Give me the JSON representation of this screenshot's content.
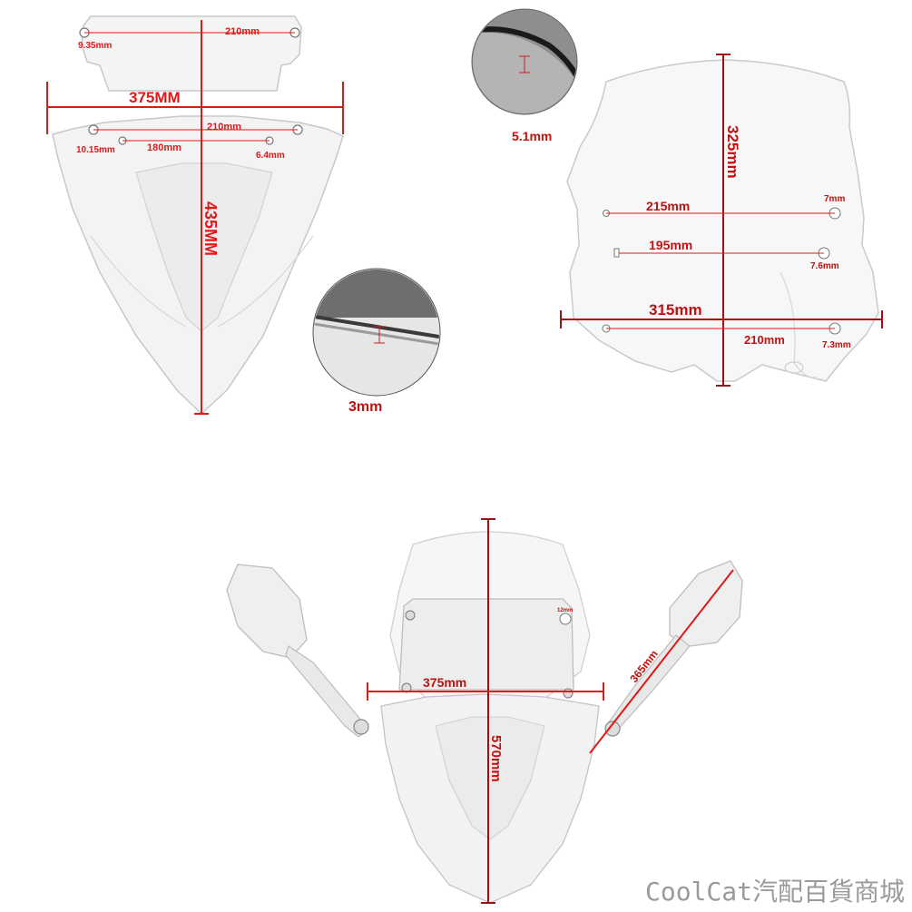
{
  "panel_front": {
    "width_top": "210mm",
    "hole_top": "9.35mm",
    "width": "375MM",
    "width_mid": "210mm",
    "hole_mid": "10.15mm",
    "width_inner": "180mm",
    "hole_small": "6.4mm",
    "height": "435MM"
  },
  "detail_thick_1": {
    "value": "5.1mm"
  },
  "detail_thick_2": {
    "value": "3mm"
  },
  "panel_screen": {
    "height": "325mm",
    "row1_width": "215mm",
    "row1_hole": "7mm",
    "row2_width": "195mm",
    "row2_hole": "7.6mm",
    "width": "315mm",
    "row3_width": "210mm",
    "row3_hole": "7.3mm"
  },
  "panel_assembly": {
    "width": "375mm",
    "height": "570mm",
    "mirror_span": "365mm",
    "hole_tag": "12mm"
  },
  "watermark": "CoolCat汽配百貨商城",
  "colors": {
    "dimension": "#e01818",
    "outline": "#c8c8c8"
  }
}
